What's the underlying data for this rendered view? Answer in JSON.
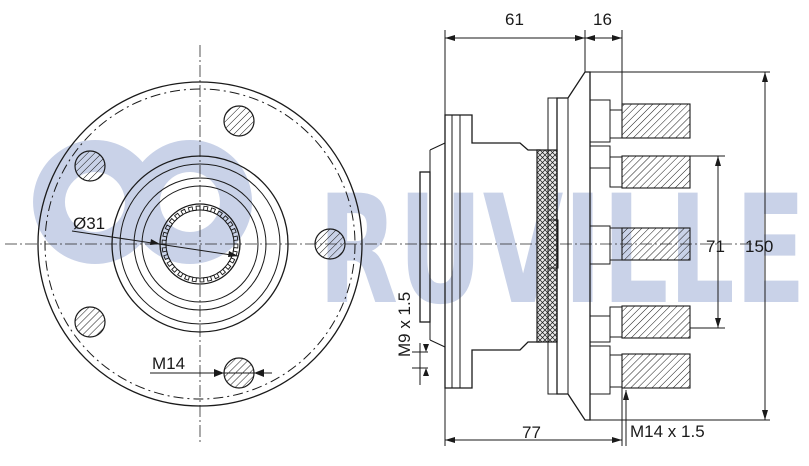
{
  "watermark": {
    "brand": "RUVILLE",
    "color": "#c9d2e8"
  },
  "front_view": {
    "bore_label": "Ø31",
    "stud_label": "M14"
  },
  "side_view": {
    "dim_top_left": "61",
    "dim_top_right": "16",
    "dim_thread_hole": "M9 x 1.5",
    "dim_pcd": "71",
    "dim_overall_height": "150",
    "dim_bottom_length": "77",
    "dim_stud_thread": "M14 x 1.5"
  }
}
